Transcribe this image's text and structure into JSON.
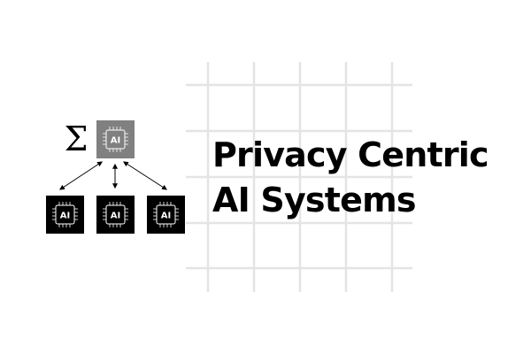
{
  "title": {
    "line1": "Privacy Centric",
    "line2": "AI Systems"
  },
  "diagram": {
    "aggregator_symbol": "Σ",
    "server_chip_label": "AI",
    "client_chip_labels": [
      "AI",
      "AI",
      "AI"
    ],
    "server_chip_color": "#808080",
    "client_chip_color": "#000000",
    "chip_text_color": "#ffffff",
    "grid_line_color": "#e4e4e4",
    "icons": [
      "sigma-icon",
      "chip-icon",
      "arrow-icon"
    ]
  }
}
